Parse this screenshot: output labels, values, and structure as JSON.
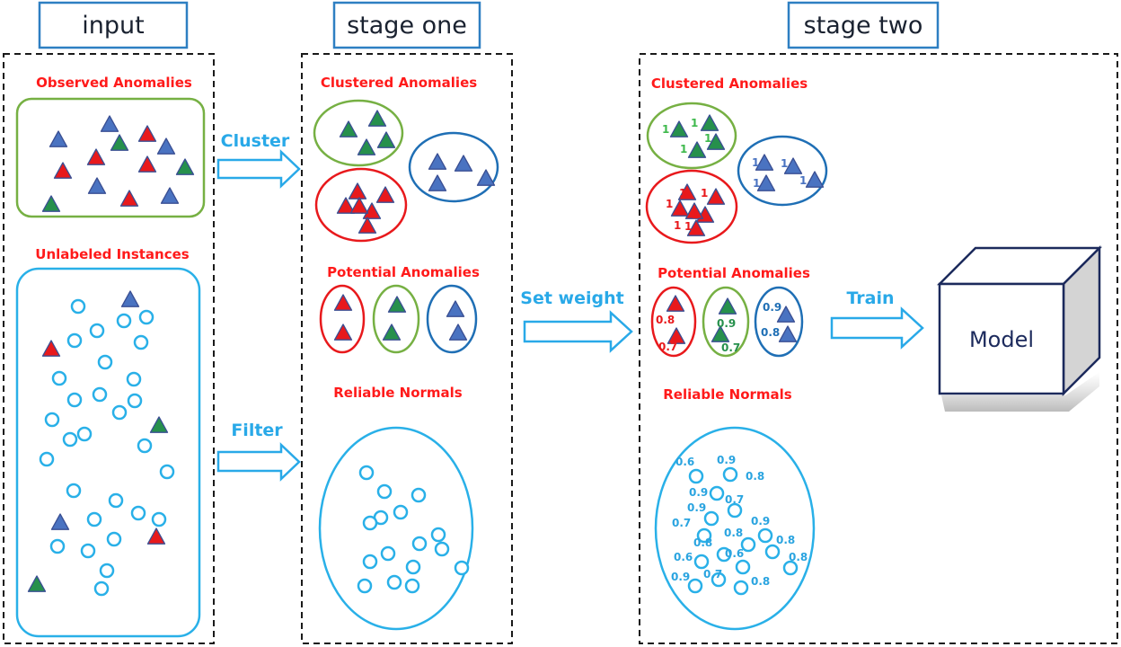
{
  "headers": {
    "input": "input",
    "stage_one": "stage one",
    "stage_two": "stage two"
  },
  "input_panel": {
    "observed_title": "Observed Anomalies",
    "unlabeled_title": "Unlabeled Instances"
  },
  "stage_one": {
    "clustered_title": "Clustered Anomalies",
    "potential_title": "Potential Anomalies",
    "reliable_title": "Reliable Normals"
  },
  "stage_two": {
    "clustered_title": "Clustered Anomalies",
    "potential_title": "Potential Anomalies",
    "reliable_title": "Reliable Normals",
    "cluster_weight": "1",
    "potential_weights": {
      "red": [
        "0.8",
        "0.7"
      ],
      "green": [
        "0.9",
        "0.7"
      ],
      "blue": [
        "0.9",
        "0.8"
      ]
    },
    "normal_weights": [
      "0.6",
      "0.9",
      "0.8",
      "0.9",
      "0.7",
      "0.9",
      "0.7",
      "0.9",
      "0.8",
      "0.8",
      "0.8",
      "0.6",
      "0.6",
      "0.8",
      "0.9",
      "0.7",
      "0.8"
    ]
  },
  "arrows": {
    "cluster": "Cluster",
    "filter": "Filter",
    "set_weight": "Set weight",
    "train": "Train"
  },
  "model": {
    "label": "Model"
  },
  "colors": {
    "red": "#e8191c",
    "green": "#26904c",
    "blue": "#4a73c1",
    "red_outline": "#e8191c",
    "green_outline": "#76b043",
    "blue_outline": "#1f6fb5",
    "cyan": "#29b0e8",
    "dash": "#1a1a1a",
    "header_border": "#2e7fc2"
  }
}
